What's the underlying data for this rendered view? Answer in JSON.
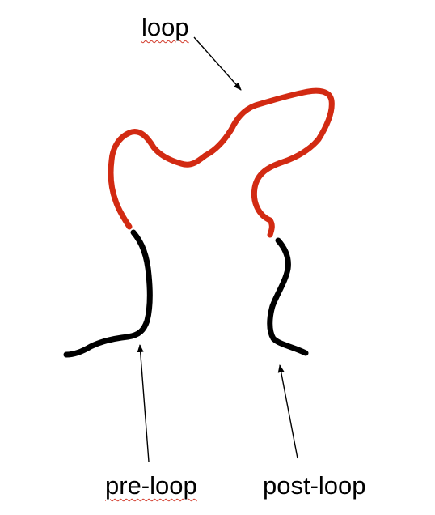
{
  "labels": {
    "loop": "loop",
    "pre_loop": "pre-loop",
    "post_loop": "post-loop"
  },
  "colors": {
    "loop_strand": "#d22a12",
    "flank_strand": "#000000",
    "spellcheck_underline": "#d23a2a"
  }
}
